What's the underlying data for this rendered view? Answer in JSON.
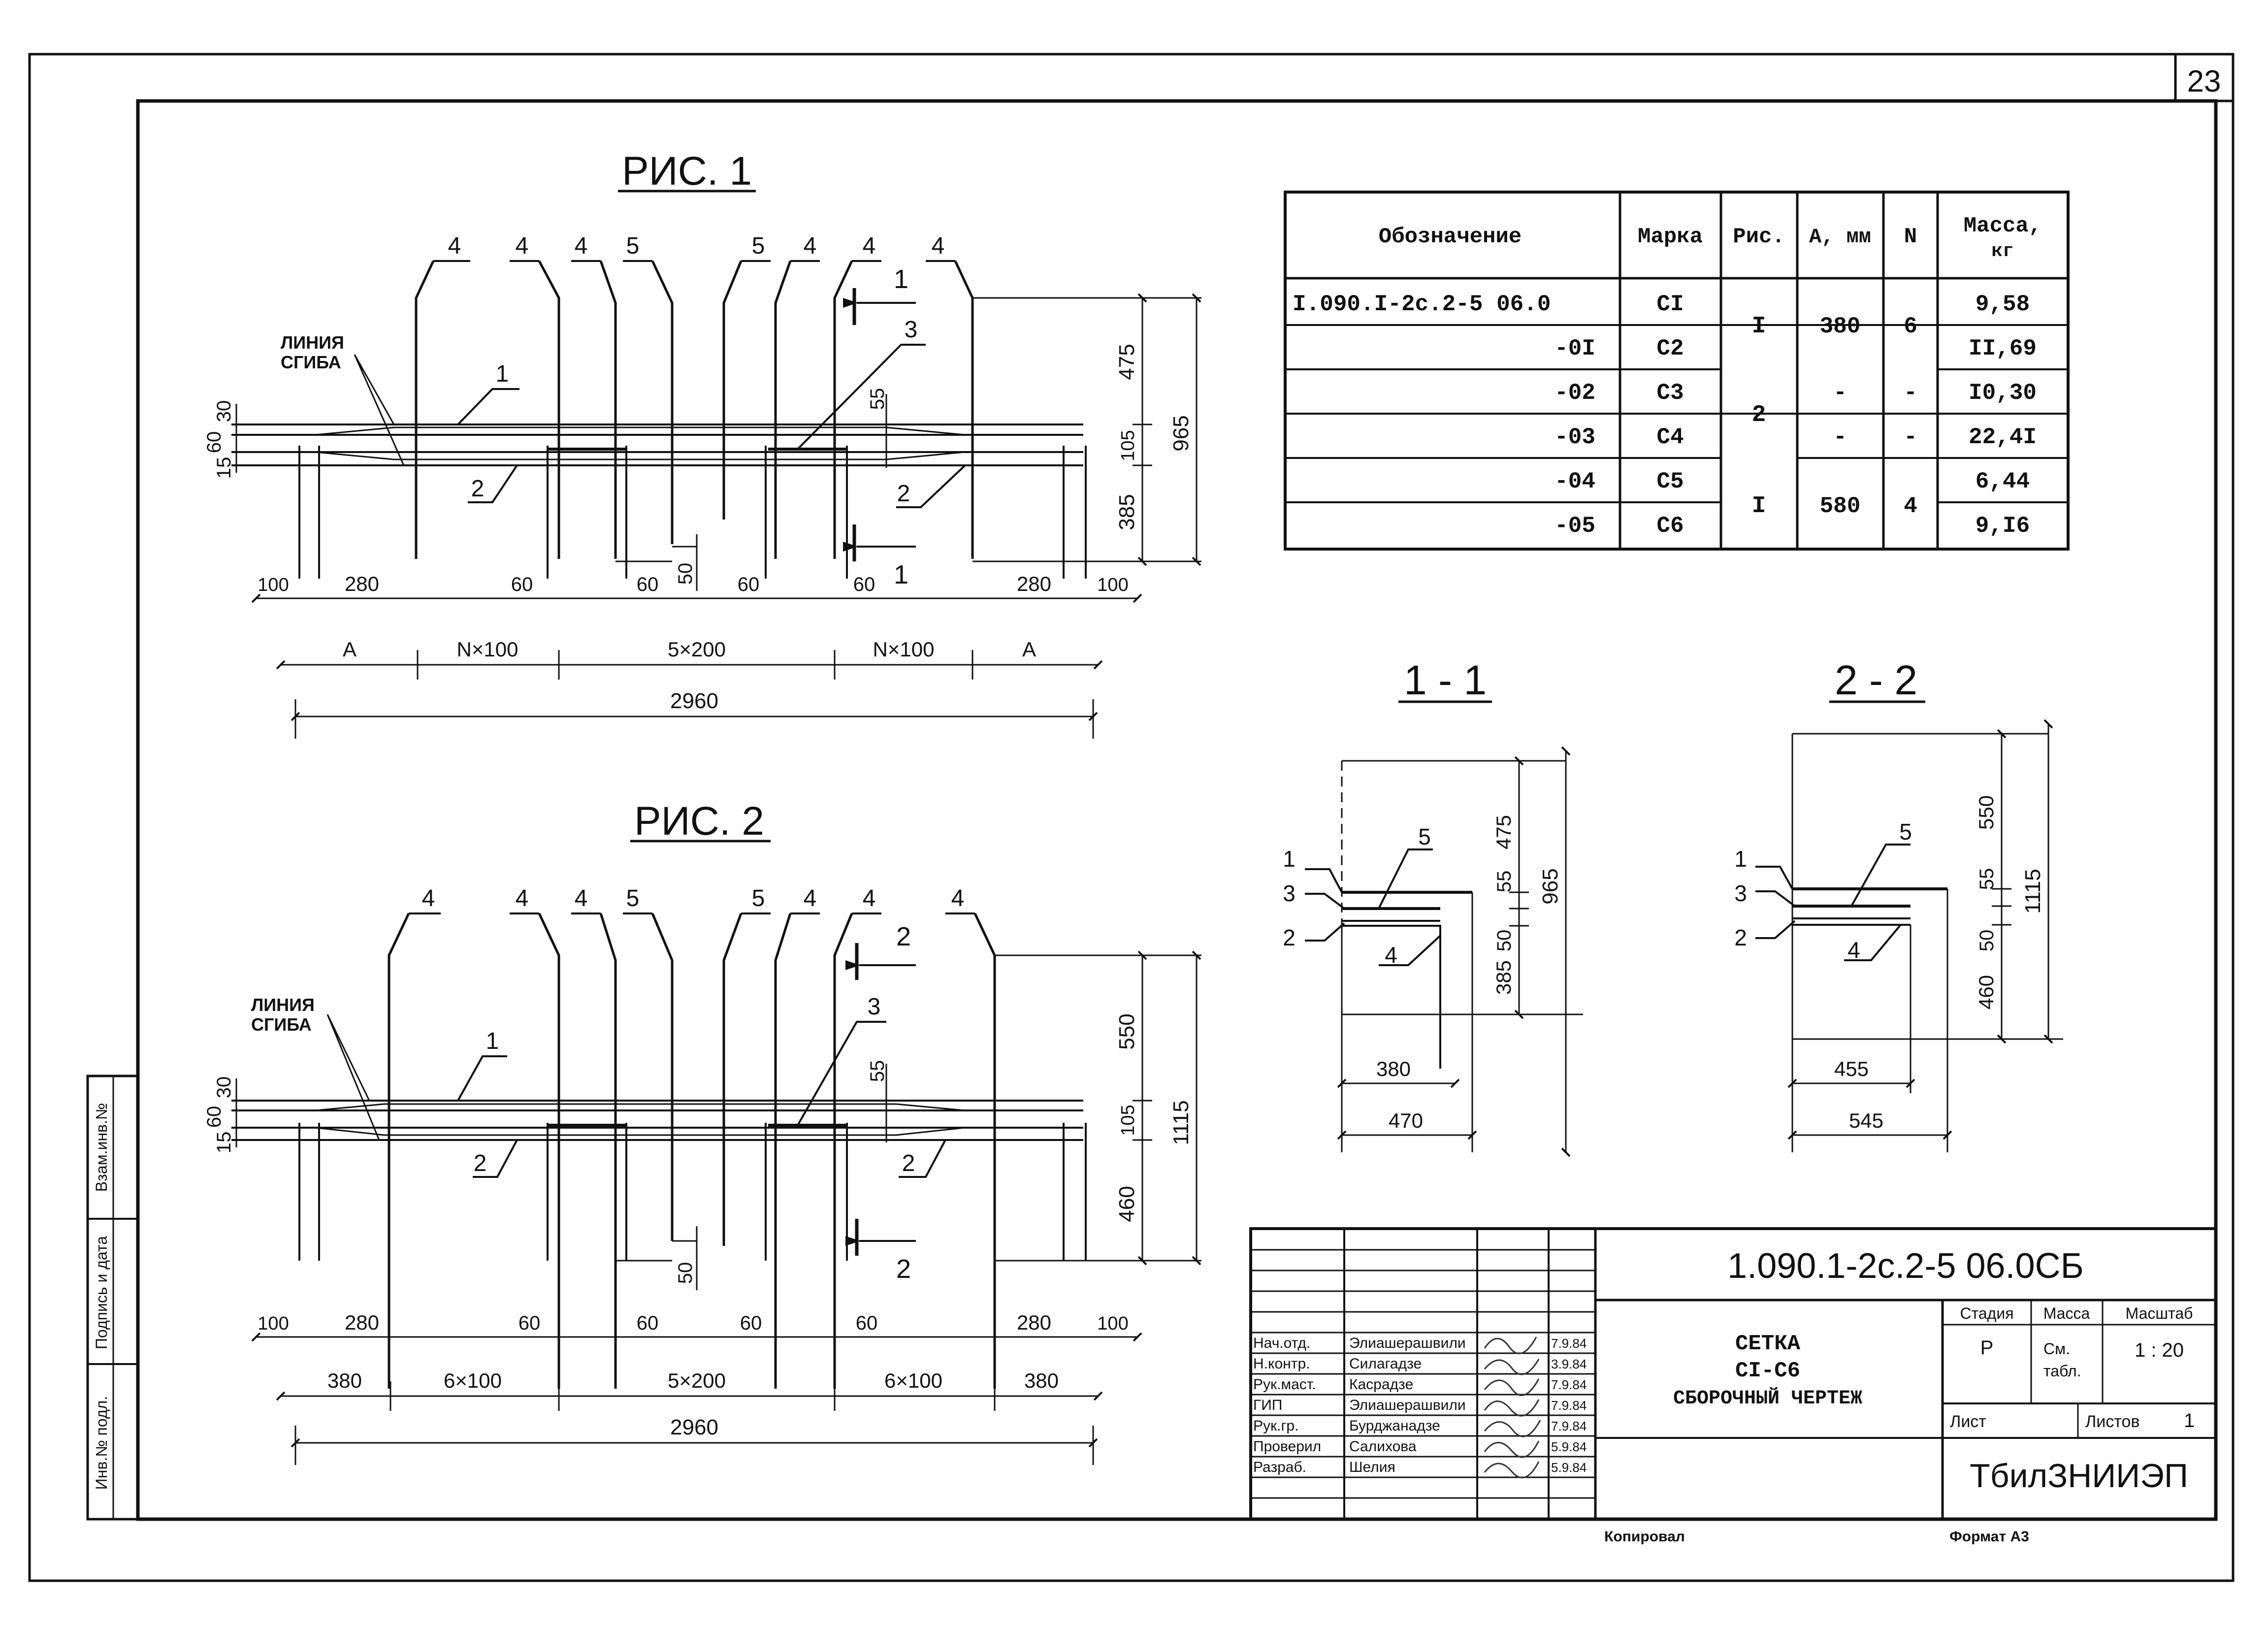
{
  "sheet_number": "23",
  "fig1": {
    "title": "РИС. 1",
    "bend_label": [
      "ЛИНИЯ",
      "СГИБА"
    ],
    "marks": {
      "m1": "1",
      "m2": "2",
      "m3": "3",
      "m4": "4",
      "m5": "5"
    },
    "section_mark": "1",
    "dims_left": {
      "d30": "30",
      "d60": "60",
      "d15": "15"
    },
    "dims_mid": {
      "d55": "55",
      "d50": "50"
    },
    "dims_right": {
      "d475": "475",
      "d105": "105",
      "d385": "385",
      "d965": "965"
    },
    "bottom_small": {
      "d100a": "100",
      "d280a": "280",
      "d60a": "60",
      "d60b": "60",
      "d60c": "60",
      "d60d": "60",
      "d280b": "280",
      "d100b": "100"
    },
    "bottom_chain": {
      "c1": "A",
      "c2": "N×100",
      "c3": "5×200",
      "c4": "N×100",
      "c5": "A"
    },
    "total": "2960"
  },
  "fig2": {
    "title": "РИС. 2",
    "bend_label": [
      "ЛИНИЯ",
      "СГИБА"
    ],
    "marks": {
      "m1": "1",
      "m2": "2",
      "m3": "3",
      "m4": "4",
      "m5": "5"
    },
    "section_mark": "2",
    "dims_left": {
      "d30": "30",
      "d60": "60",
      "d15": "15"
    },
    "dims_mid": {
      "d55": "55",
      "d50": "50"
    },
    "dims_right": {
      "d550": "550",
      "d105": "105",
      "d460": "460",
      "d1115": "1115"
    },
    "bottom_small": {
      "d100a": "100",
      "d280a": "280",
      "d60a": "60",
      "d60b": "60",
      "d60c": "60",
      "d60d": "60",
      "d280b": "280",
      "d100b": "100"
    },
    "bottom_chain": {
      "c1": "380",
      "c2": "6×100",
      "c3": "5×200",
      "c4": "6×100",
      "c5": "380"
    },
    "total": "2960"
  },
  "spec_table": {
    "headers": {
      "designation": "Обозначение",
      "mark": "Марка",
      "fig": "Рис.",
      "a": "А, мм",
      "n": "N",
      "mass": "Масса,",
      "mass_unit": "кг"
    },
    "rows": [
      {
        "designation": "I.090.I-2с.2-5 06.0",
        "mark": "CI",
        "mass": "9,58"
      },
      {
        "designation": "-0I",
        "mark": "C2",
        "mass": "II,69"
      },
      {
        "designation": "-02",
        "mark": "C3",
        "mass": "I0,30"
      },
      {
        "designation": "-03",
        "mark": "C4",
        "mass": "22,4I"
      },
      {
        "designation": "-04",
        "mark": "C5",
        "mass": "6,44"
      },
      {
        "designation": "-05",
        "mark": "C6",
        "mass": "9,I6"
      }
    ],
    "groups": [
      {
        "fig": "I",
        "a": "380",
        "n": "6"
      },
      {
        "fig": "2",
        "a": "-",
        "n": "-"
      },
      {
        "fig": "I",
        "a": "580",
        "n": "4"
      }
    ]
  },
  "section_1": {
    "title": "1 - 1",
    "marks": {
      "m1": "1",
      "m2": "2",
      "m3": "3",
      "m4": "4",
      "m5": "5"
    },
    "dims": {
      "d475": "475",
      "d55": "55",
      "d50": "50",
      "d385": "385",
      "d965": "965",
      "d380": "380",
      "d470": "470"
    }
  },
  "section_2": {
    "title": "2 - 2",
    "marks": {
      "m1": "1",
      "m2": "2",
      "m3": "3",
      "m4": "4",
      "m5": "5"
    },
    "dims": {
      "d550": "550",
      "d55": "55",
      "d50": "50",
      "d460": "460",
      "d1115": "1115",
      "d455": "455",
      "d545": "545"
    }
  },
  "side_stamp": {
    "inv_dup": "Взам.инв.№",
    "sign_date": "Подпись и дата",
    "inv_orig": "Инв.№ подл."
  },
  "title_block": {
    "code": "1.090.1-2с.2-5  06.0СБ",
    "name_lines": [
      "СЕТКА",
      "CI-C6",
      "СБОРОЧНЫЙ ЧЕРТЕЖ"
    ],
    "stage_label": "Стадия",
    "mass_label": "Масса",
    "scale_label": "Масштаб",
    "stage_value": "Р",
    "mass_value": [
      "См.",
      "табл."
    ],
    "scale_value": "1 : 20",
    "sheet_label": "Лист",
    "sheets_label": "Листов",
    "sheets_value": "1",
    "org": "ТбилЗНИИЭП",
    "people": [
      {
        "role": "Нач.отд.",
        "name": "Элиашерашвили",
        "date": "7.9.84"
      },
      {
        "role": "Н.контр.",
        "name": "Силагадзе",
        "date": "3.9.84"
      },
      {
        "role": "Рук.маст.",
        "name": "Касрадзе",
        "date": "7.9.84"
      },
      {
        "role": "ГИП",
        "name": "Элиашерашвили",
        "date": "7.9.84"
      },
      {
        "role": "Рук.гр.",
        "name": "Бурджанадзе",
        "date": "7.9.84"
      },
      {
        "role": "Проверил",
        "name": "Салихова",
        "date": "5.9.84"
      },
      {
        "role": "Разраб.",
        "name": "Шелия",
        "date": "5.9.84"
      }
    ]
  },
  "footer": {
    "copied": "Копировал",
    "format": "Формат А3"
  }
}
